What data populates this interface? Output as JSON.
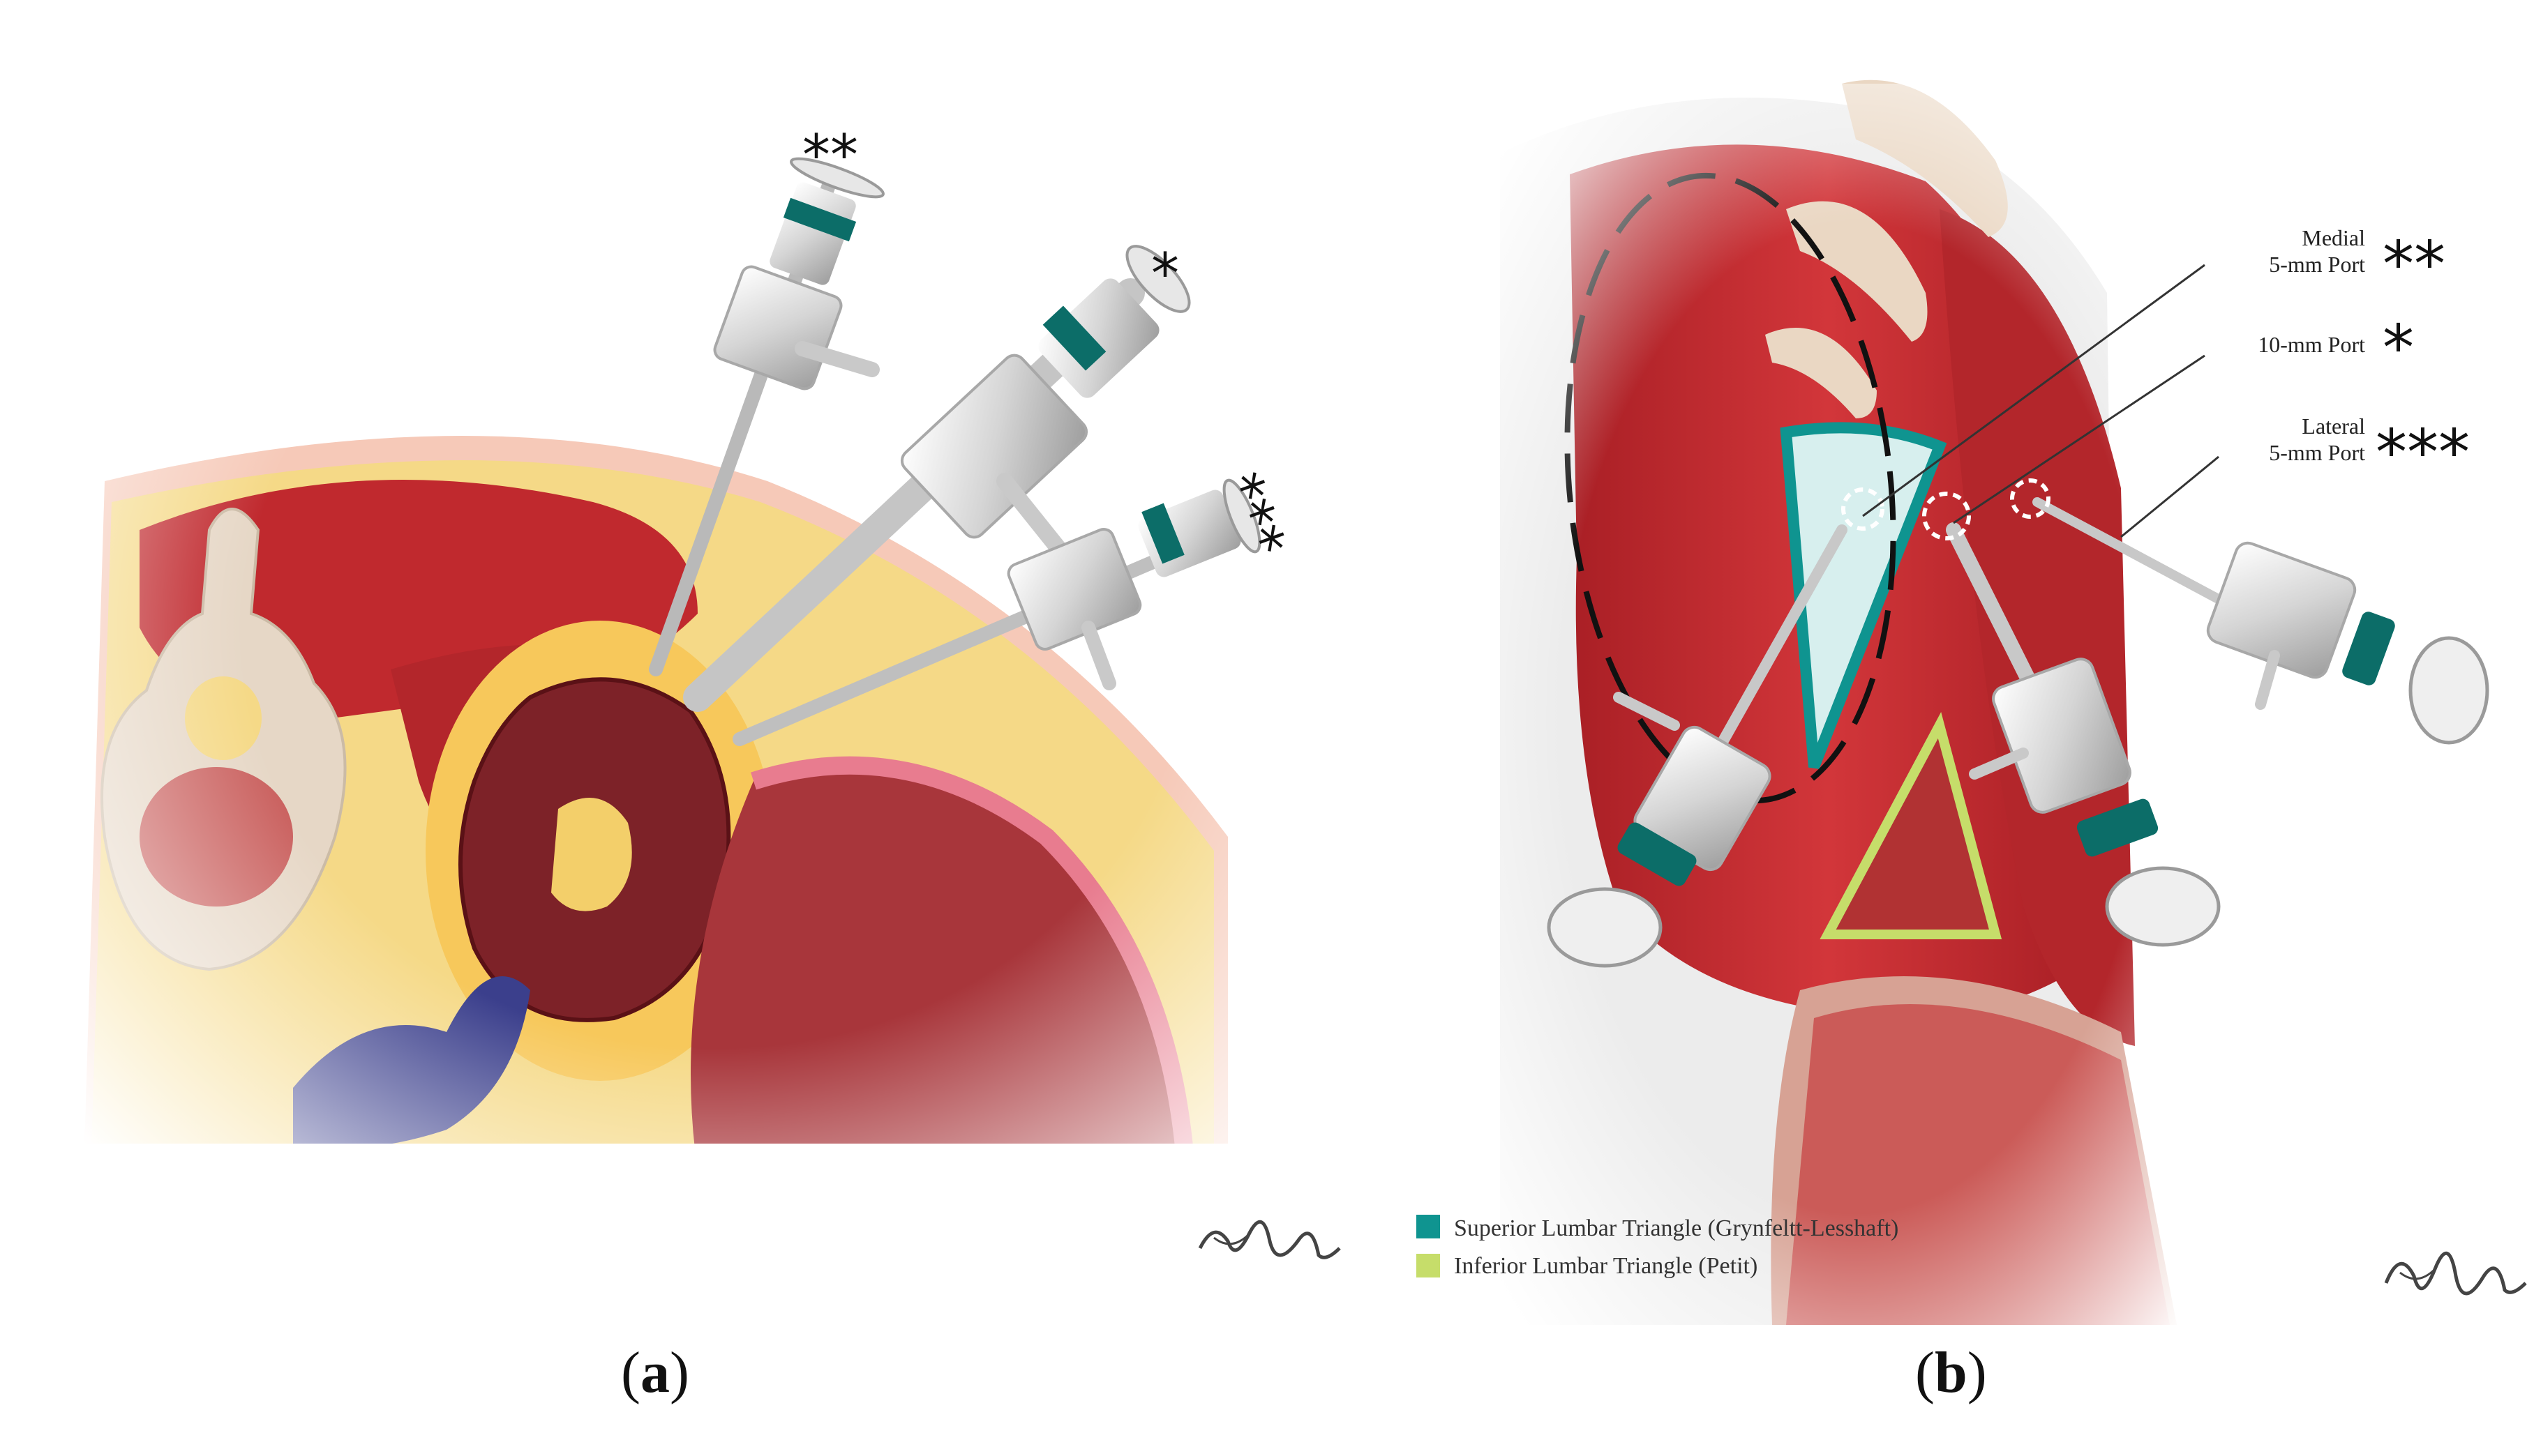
{
  "panels": {
    "a": {
      "caption_open": "(",
      "caption_letter": "a",
      "caption_close": ")",
      "port_markers": {
        "medial": "**",
        "camera": "*",
        "lateral": "***"
      }
    },
    "b": {
      "caption_open": "(",
      "caption_letter": "b",
      "caption_close": ")",
      "labels": {
        "medial_line1": "Medial",
        "medial_line2": "5-mm Port",
        "medial_marker": "**",
        "camera_line1": "10-mm Port",
        "camera_marker": "*",
        "lateral_line1": "Lateral",
        "lateral_line2": "5-mm Port",
        "lateral_marker": "***"
      },
      "legend": [
        {
          "label": "Superior Lumbar Triangle (Grynfeltt-Lesshaft)",
          "color": "#0f9490"
        },
        {
          "label": "Inferior Lumbar Triangle (Petit)",
          "color": "#c6dd6a"
        }
      ]
    }
  },
  "colors": {
    "muscle": "#c0292e",
    "muscle_dark": "#8e1519",
    "fat": "#f3cf6a",
    "bone": "#e6d7c6",
    "kidney": "#6e1d22",
    "vein": "#3b3f8c",
    "trocar_band": "#0c6d68",
    "trocar_metal": "#e7e7e7"
  }
}
